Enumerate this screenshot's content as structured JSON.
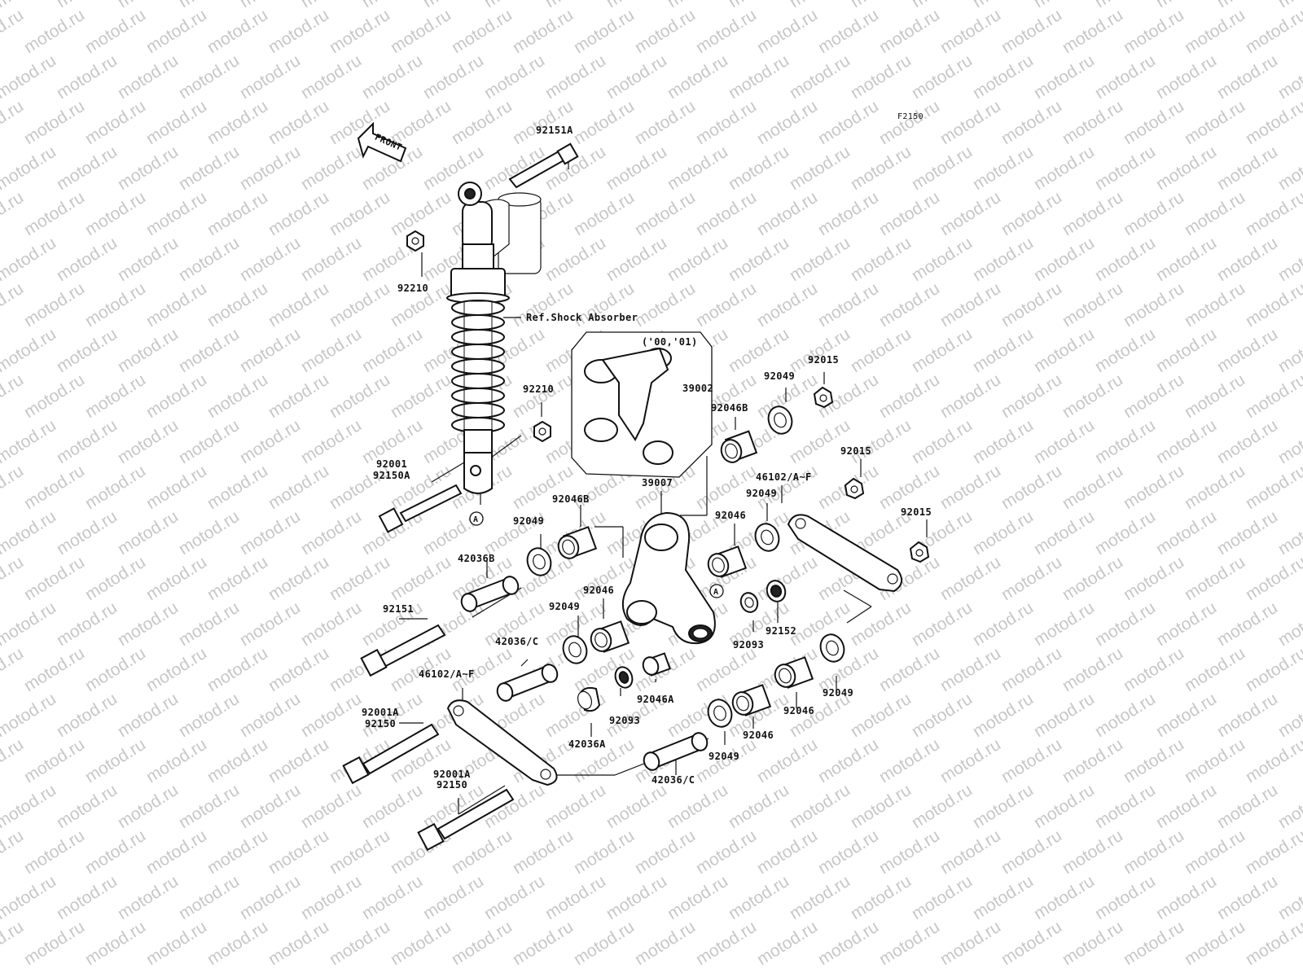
{
  "watermark": "motod.ru",
  "figure_code": "F2150",
  "front_label": "FRONT",
  "ref_label": "Ref.Shock Absorber",
  "inset_year": "('00,'01)",
  "ref_marker": "A",
  "labels": {
    "p92151A": "92151A",
    "p92210_top": "92210",
    "p92210_mid": "92210",
    "p92001": "92001",
    "p92150A": "92150A",
    "p39002": "39002",
    "p92015_1": "92015",
    "p92049_1": "92049",
    "p92046B_1": "92046B",
    "p92015_2": "92015",
    "p46102_r": "46102/A~F",
    "p39007": "39007",
    "p92049_2": "92049",
    "p92015_3": "92015",
    "p92046B_2": "92046B",
    "p92049_3": "92049",
    "p92046_1": "92046",
    "p42036B": "42036B",
    "p92151": "92151",
    "p92046_2": "92046",
    "p92049_4": "92049",
    "p92093_1": "92093",
    "p92152": "92152",
    "p42036C_1": "42036/C",
    "p46102_l": "46102/A~F",
    "p92046A": "92046A",
    "p92093_2": "92093",
    "p92046_3": "92046",
    "p92049_5": "92049",
    "p92001A_1": "92001A",
    "p92150_1": "92150",
    "p42036A": "42036A",
    "p92046_4": "92046",
    "p92049_6": "92049",
    "p42036C_2": "42036/C",
    "p92001A_2": "92001A",
    "p92150_2": "92150"
  }
}
